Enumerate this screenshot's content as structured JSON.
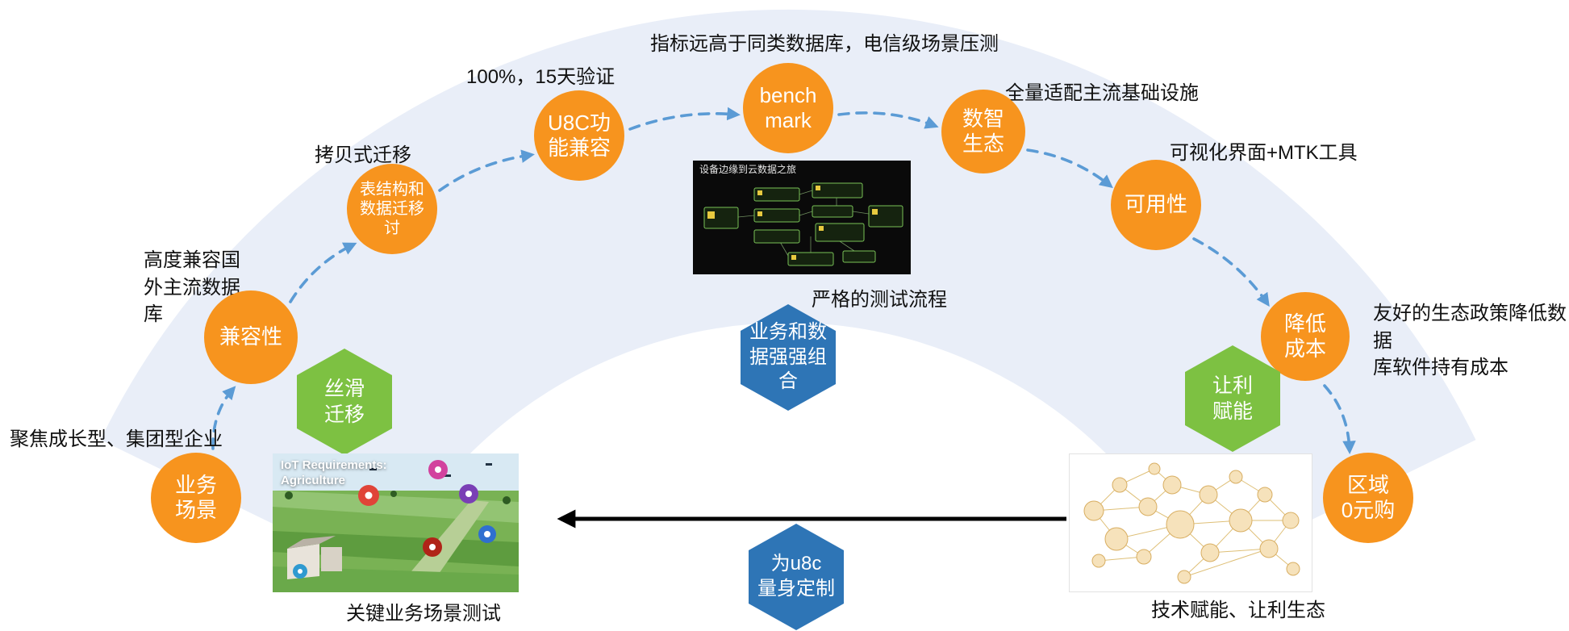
{
  "colors": {
    "step_orange": "#F7941E",
    "hex_green": "#7DC142",
    "hex_blue": "#2E75B6",
    "arrow_blue": "#5B9BD5",
    "band": "#E9EEF8"
  },
  "steps": [
    {
      "label": "业务\n场景"
    },
    {
      "label": "兼容性"
    },
    {
      "label": "表结构和\n数据迁移\n讨"
    },
    {
      "label": "U8C功\n能兼容"
    },
    {
      "label": "bench\nmark"
    },
    {
      "label": "数智\n生态"
    },
    {
      "label": "可用性"
    },
    {
      "label": "降低\n成本"
    },
    {
      "label": "区域\n0元购"
    }
  ],
  "annotations": [
    {
      "text": "聚焦成长型、集团型企业"
    },
    {
      "text": "高度兼容国\n外主流数据\n库"
    },
    {
      "text": "拷贝式迁移"
    },
    {
      "text": "100%，15天验证"
    },
    {
      "text": "指标远高于同类数据库，电信级场景压测"
    },
    {
      "text": "全量适配主流基础设施"
    },
    {
      "text": "可视化界面+MTK工具"
    },
    {
      "text": "友好的生态政策降低数据\n库软件持有成本"
    }
  ],
  "hexagons": {
    "smooth_migration": "丝滑\n迁移",
    "business_data_combo": "业务和数\n据强强组\n合",
    "custom_for_u8c": "为u8c\n量身定制",
    "profit_enablement": "让利\n赋能"
  },
  "figures": {
    "test_flow": {
      "inner_title": "设备边缘到云数据之旅",
      "caption": "严格的测试流程"
    },
    "iot_scene": {
      "inner_title": "IoT Requirements:\nAgriculture",
      "caption": "关键业务场景测试"
    },
    "ecosystem": {
      "caption": "技术赋能、让利生态"
    }
  }
}
